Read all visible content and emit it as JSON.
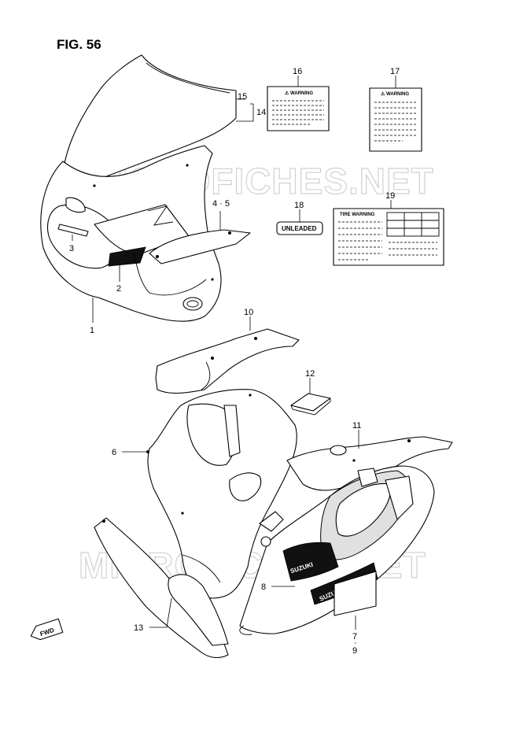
{
  "figure": {
    "title": "FIG. 56",
    "watermark": "MICROFICHES.NET"
  },
  "callouts": {
    "c1": "1",
    "c2": "2",
    "c3": "3",
    "c4_5": "4 · 5",
    "c6": "6",
    "c7": "7",
    "c7_9_dot": "·",
    "c9": "9",
    "c8": "8",
    "c10": "10",
    "c11": "11",
    "c12": "12",
    "c13": "13",
    "c14": "14",
    "c15": "15",
    "c16": "16",
    "c17": "17",
    "c18": "18",
    "c19": "19"
  },
  "labels": {
    "warning_16": "⚠ WARNING",
    "warning_17": "⚠ WARNING",
    "unleaded": "UNLEADED",
    "tire_warning": "TIRE WARNING",
    "brand_mark": "SUZUKI",
    "brand_mark_upper": "SUZUKI"
  },
  "direction": {
    "fwd": "FWD"
  },
  "colors": {
    "line": "#000000",
    "watermark": "#c9c9c9",
    "background": "#ffffff"
  }
}
